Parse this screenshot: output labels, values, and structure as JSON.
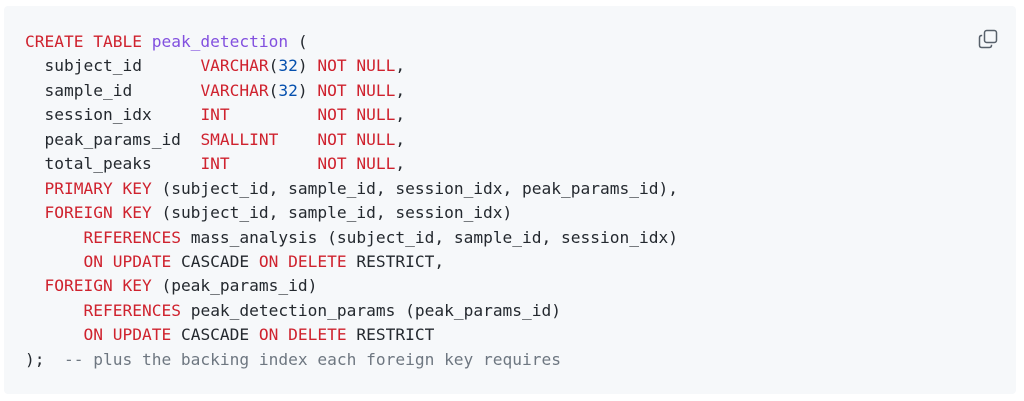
{
  "code_block": {
    "language": "sql",
    "copy_icon": "copy-icon",
    "colors": {
      "background": "#f6f8fa",
      "keyword": "#cf222e",
      "entity": "#8250df",
      "number": "#0550ae",
      "comment": "#6e7781",
      "plain": "#24292f"
    },
    "lines": [
      [
        {
          "t": "keyword",
          "v": "CREATE TABLE"
        },
        {
          "t": "plain",
          "v": " "
        },
        {
          "t": "entity",
          "v": "peak_detection"
        },
        {
          "t": "plain",
          "v": " ("
        }
      ],
      [
        {
          "t": "plain",
          "v": "  subject_id      "
        },
        {
          "t": "keyword",
          "v": "VARCHAR"
        },
        {
          "t": "plain",
          "v": "("
        },
        {
          "t": "number",
          "v": "32"
        },
        {
          "t": "plain",
          "v": ") "
        },
        {
          "t": "keyword",
          "v": "NOT NULL"
        },
        {
          "t": "plain",
          "v": ","
        }
      ],
      [
        {
          "t": "plain",
          "v": "  sample_id       "
        },
        {
          "t": "keyword",
          "v": "VARCHAR"
        },
        {
          "t": "plain",
          "v": "("
        },
        {
          "t": "number",
          "v": "32"
        },
        {
          "t": "plain",
          "v": ") "
        },
        {
          "t": "keyword",
          "v": "NOT NULL"
        },
        {
          "t": "plain",
          "v": ","
        }
      ],
      [
        {
          "t": "plain",
          "v": "  session_idx     "
        },
        {
          "t": "keyword",
          "v": "INT"
        },
        {
          "t": "plain",
          "v": "         "
        },
        {
          "t": "keyword",
          "v": "NOT NULL"
        },
        {
          "t": "plain",
          "v": ","
        }
      ],
      [
        {
          "t": "plain",
          "v": "  peak_params_id  "
        },
        {
          "t": "keyword",
          "v": "SMALLINT"
        },
        {
          "t": "plain",
          "v": "    "
        },
        {
          "t": "keyword",
          "v": "NOT NULL"
        },
        {
          "t": "plain",
          "v": ","
        }
      ],
      [
        {
          "t": "plain",
          "v": "  total_peaks     "
        },
        {
          "t": "keyword",
          "v": "INT"
        },
        {
          "t": "plain",
          "v": "         "
        },
        {
          "t": "keyword",
          "v": "NOT NULL"
        },
        {
          "t": "plain",
          "v": ","
        }
      ],
      [
        {
          "t": "plain",
          "v": "  "
        },
        {
          "t": "keyword",
          "v": "PRIMARY KEY"
        },
        {
          "t": "plain",
          "v": " (subject_id, sample_id, session_idx, peak_params_id),"
        }
      ],
      [
        {
          "t": "plain",
          "v": "  "
        },
        {
          "t": "keyword",
          "v": "FOREIGN KEY"
        },
        {
          "t": "plain",
          "v": " (subject_id, sample_id, session_idx)"
        }
      ],
      [
        {
          "t": "plain",
          "v": "      "
        },
        {
          "t": "keyword",
          "v": "REFERENCES"
        },
        {
          "t": "plain",
          "v": " mass_analysis (subject_id, sample_id, session_idx)"
        }
      ],
      [
        {
          "t": "plain",
          "v": "      "
        },
        {
          "t": "keyword",
          "v": "ON UPDATE"
        },
        {
          "t": "plain",
          "v": " CASCADE "
        },
        {
          "t": "keyword",
          "v": "ON DELETE"
        },
        {
          "t": "plain",
          "v": " RESTRICT,"
        }
      ],
      [
        {
          "t": "plain",
          "v": "  "
        },
        {
          "t": "keyword",
          "v": "FOREIGN KEY"
        },
        {
          "t": "plain",
          "v": " (peak_params_id)"
        }
      ],
      [
        {
          "t": "plain",
          "v": "      "
        },
        {
          "t": "keyword",
          "v": "REFERENCES"
        },
        {
          "t": "plain",
          "v": " peak_detection_params (peak_params_id)"
        }
      ],
      [
        {
          "t": "plain",
          "v": "      "
        },
        {
          "t": "keyword",
          "v": "ON UPDATE"
        },
        {
          "t": "plain",
          "v": " CASCADE "
        },
        {
          "t": "keyword",
          "v": "ON DELETE"
        },
        {
          "t": "plain",
          "v": " RESTRICT"
        }
      ],
      [
        {
          "t": "plain",
          "v": ");  "
        },
        {
          "t": "comment",
          "v": "-- plus the backing index each foreign key requires"
        }
      ]
    ]
  }
}
